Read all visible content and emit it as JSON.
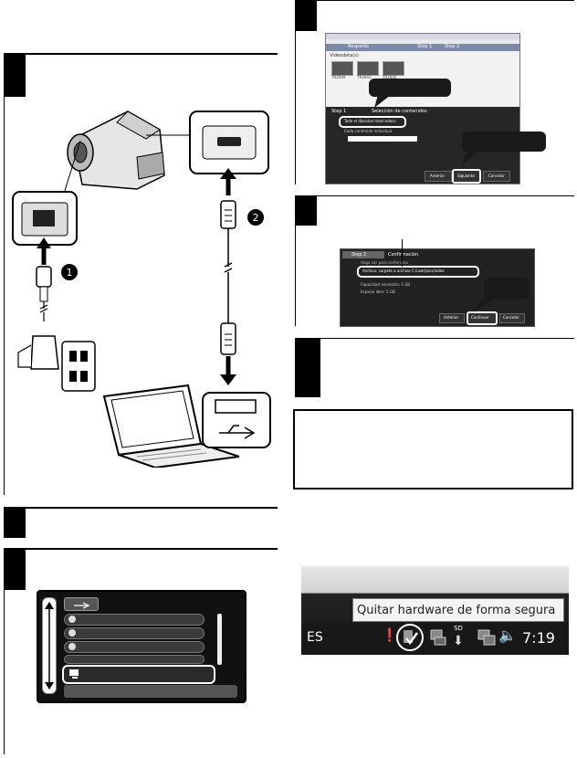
{
  "page": {
    "tooltip_text": "Quitar hardware de forma segura",
    "tray_language": "ES",
    "tray_clock": "7:19",
    "step_markers": [
      "1",
      "2"
    ],
    "usb_pc_card_label": "SD"
  },
  "software_window": {
    "tabs": [
      "Respaldo",
      "Step 1",
      "Step 2"
    ],
    "section_label": "Videodata(s)",
    "step_header": "Step 1",
    "step_header2": "Selección de contenidos",
    "thumb_labels": [
      "TR2040",
      "TR2041",
      "TR2042"
    ],
    "option_1": "Todo el disco/un nivel selecc.",
    "option_2": "Cada contenido individual",
    "buttons": [
      "Anterior",
      "Siguiente",
      "Cancelar"
    ]
  },
  "confirm_window": {
    "step_tab": "Step 2",
    "step_title": "Confirmación",
    "row_1": "Haga clic para contenidos",
    "row_2": "Archivo: carpeta a archivo C:/user/pics/video",
    "capacity": "Capacidad necesaria: 1 GB",
    "free_space": "Espacio libre: 5 GB",
    "buttons": [
      "Anterior",
      "Continuar",
      "Cancelar"
    ]
  }
}
